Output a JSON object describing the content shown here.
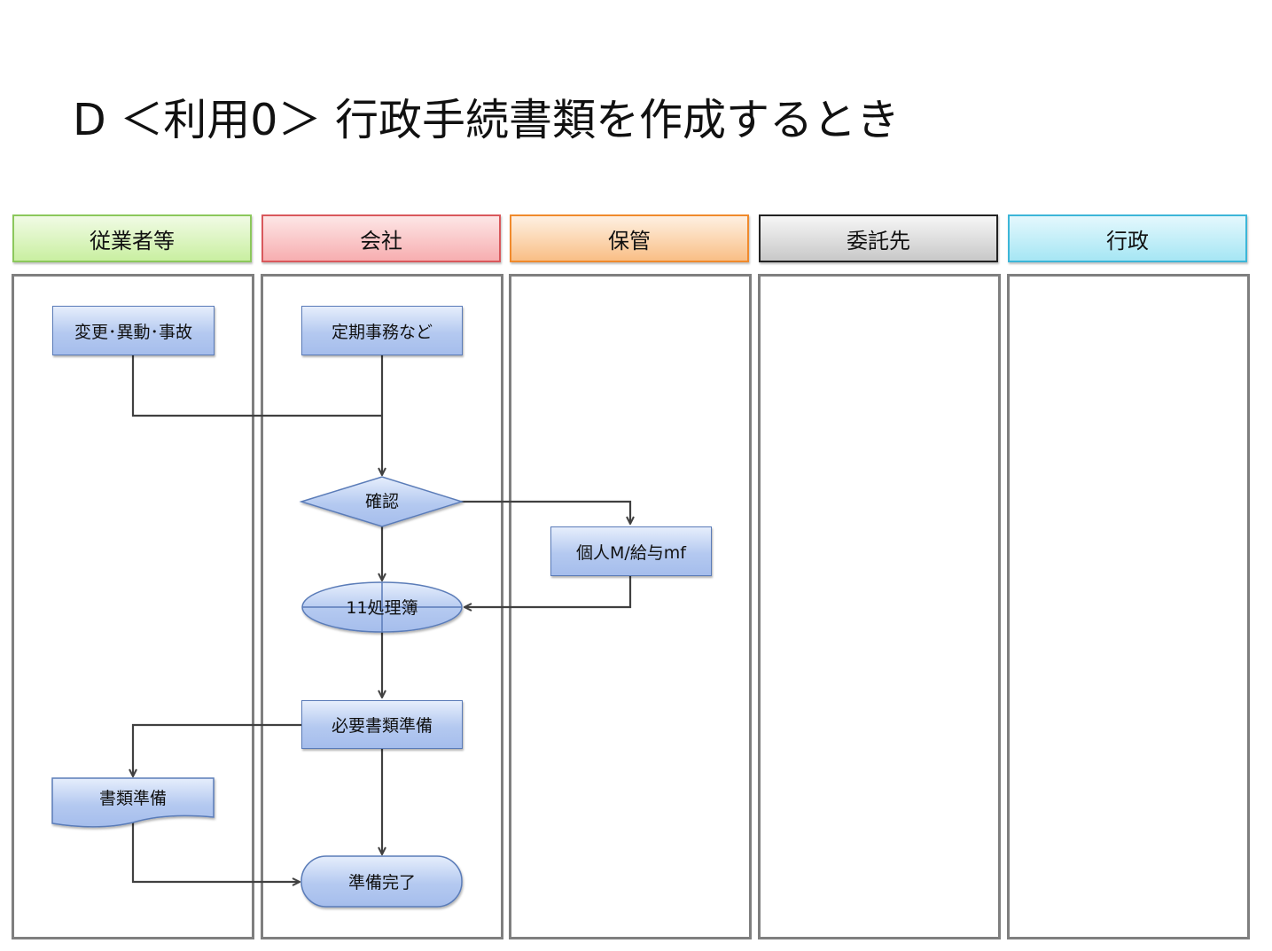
{
  "title": "D ＜利用0＞ 行政手続書類を作成するとき",
  "lanes": [
    {
      "label": "従業者等",
      "color": "#c9efa1"
    },
    {
      "label": "会社",
      "color": "#f7aeb0"
    },
    {
      "label": "保管",
      "color": "#f9bf86"
    },
    {
      "label": "委託先",
      "color": "#cfcfcf"
    },
    {
      "label": "行政",
      "color": "#a6e6f4"
    }
  ],
  "nodes": {
    "change_event": "変更･異動･事故",
    "regular_duties": "定期事務など",
    "confirm": "確認",
    "personal_master": "個人M/給与mf",
    "processing_book": "11処理簿",
    "prepare_required_docs": "必要書類準備",
    "prepare_docs": "書類準備",
    "prep_complete": "準備完了"
  }
}
